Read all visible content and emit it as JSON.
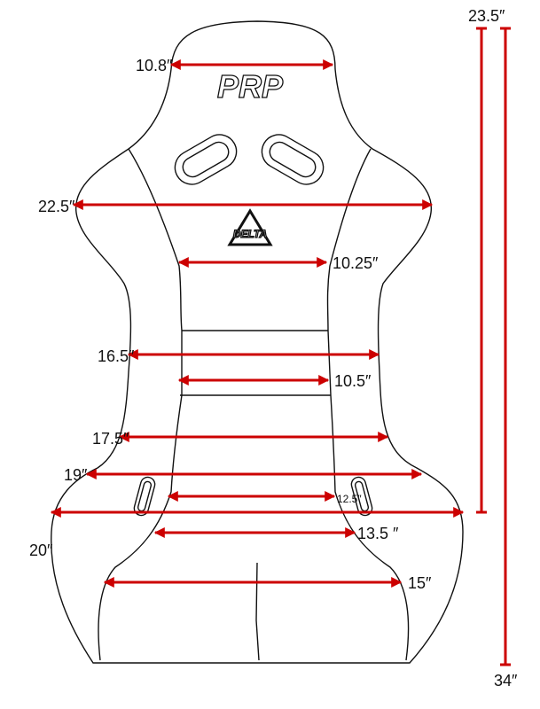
{
  "colors": {
    "dimension": "#cc0000",
    "outline": "#111111"
  },
  "logos": {
    "brand": "PRP",
    "model": "DELTA"
  },
  "dimensions": {
    "headrest_width": "10.8″",
    "shoulder_wing_width": "22.5″",
    "upper_back_inner": "10.25″",
    "mid_back_outer": "16.5″",
    "mid_back_inner": "10.5″",
    "lower_back_outer": "17.5″",
    "hip_outer": "19″",
    "hip_inner": "12.5″",
    "seat_width": "20″",
    "seat_inner": "13.5 ″",
    "thigh_width": "15″",
    "back_height": "23.5″",
    "total_height": "34″"
  }
}
